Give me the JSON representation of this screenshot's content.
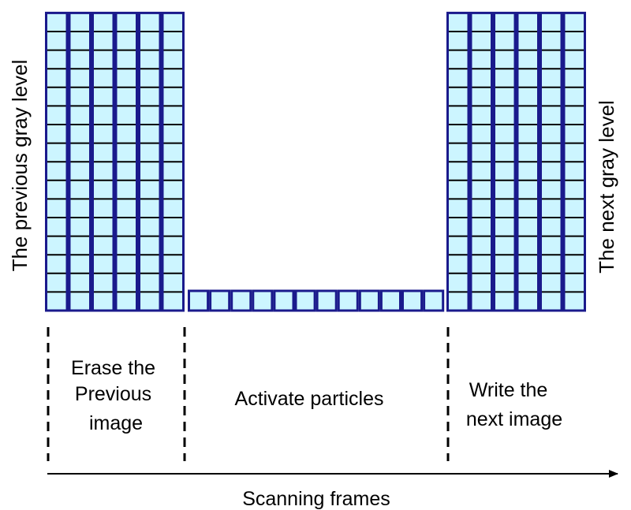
{
  "labels": {
    "left_axis": "The previous gray level",
    "right_axis": "The next gray level",
    "x_axis": "Scanning frames"
  },
  "phases": [
    {
      "lines": [
        "Erase the",
        "Previous",
        "image"
      ]
    },
    {
      "lines": [
        "Activate particles"
      ]
    },
    {
      "lines": [
        "Write the",
        "next image"
      ]
    }
  ],
  "blocks": {
    "erase": {
      "columns": 6,
      "rows": 16
    },
    "activate": {
      "columns": 12,
      "rows": 1
    },
    "write": {
      "columns": 6,
      "rows": 16
    }
  },
  "colors": {
    "cell_fill": "#ccf5ff",
    "column_border": "#1a1a8c",
    "cell_line": "#000000"
  }
}
